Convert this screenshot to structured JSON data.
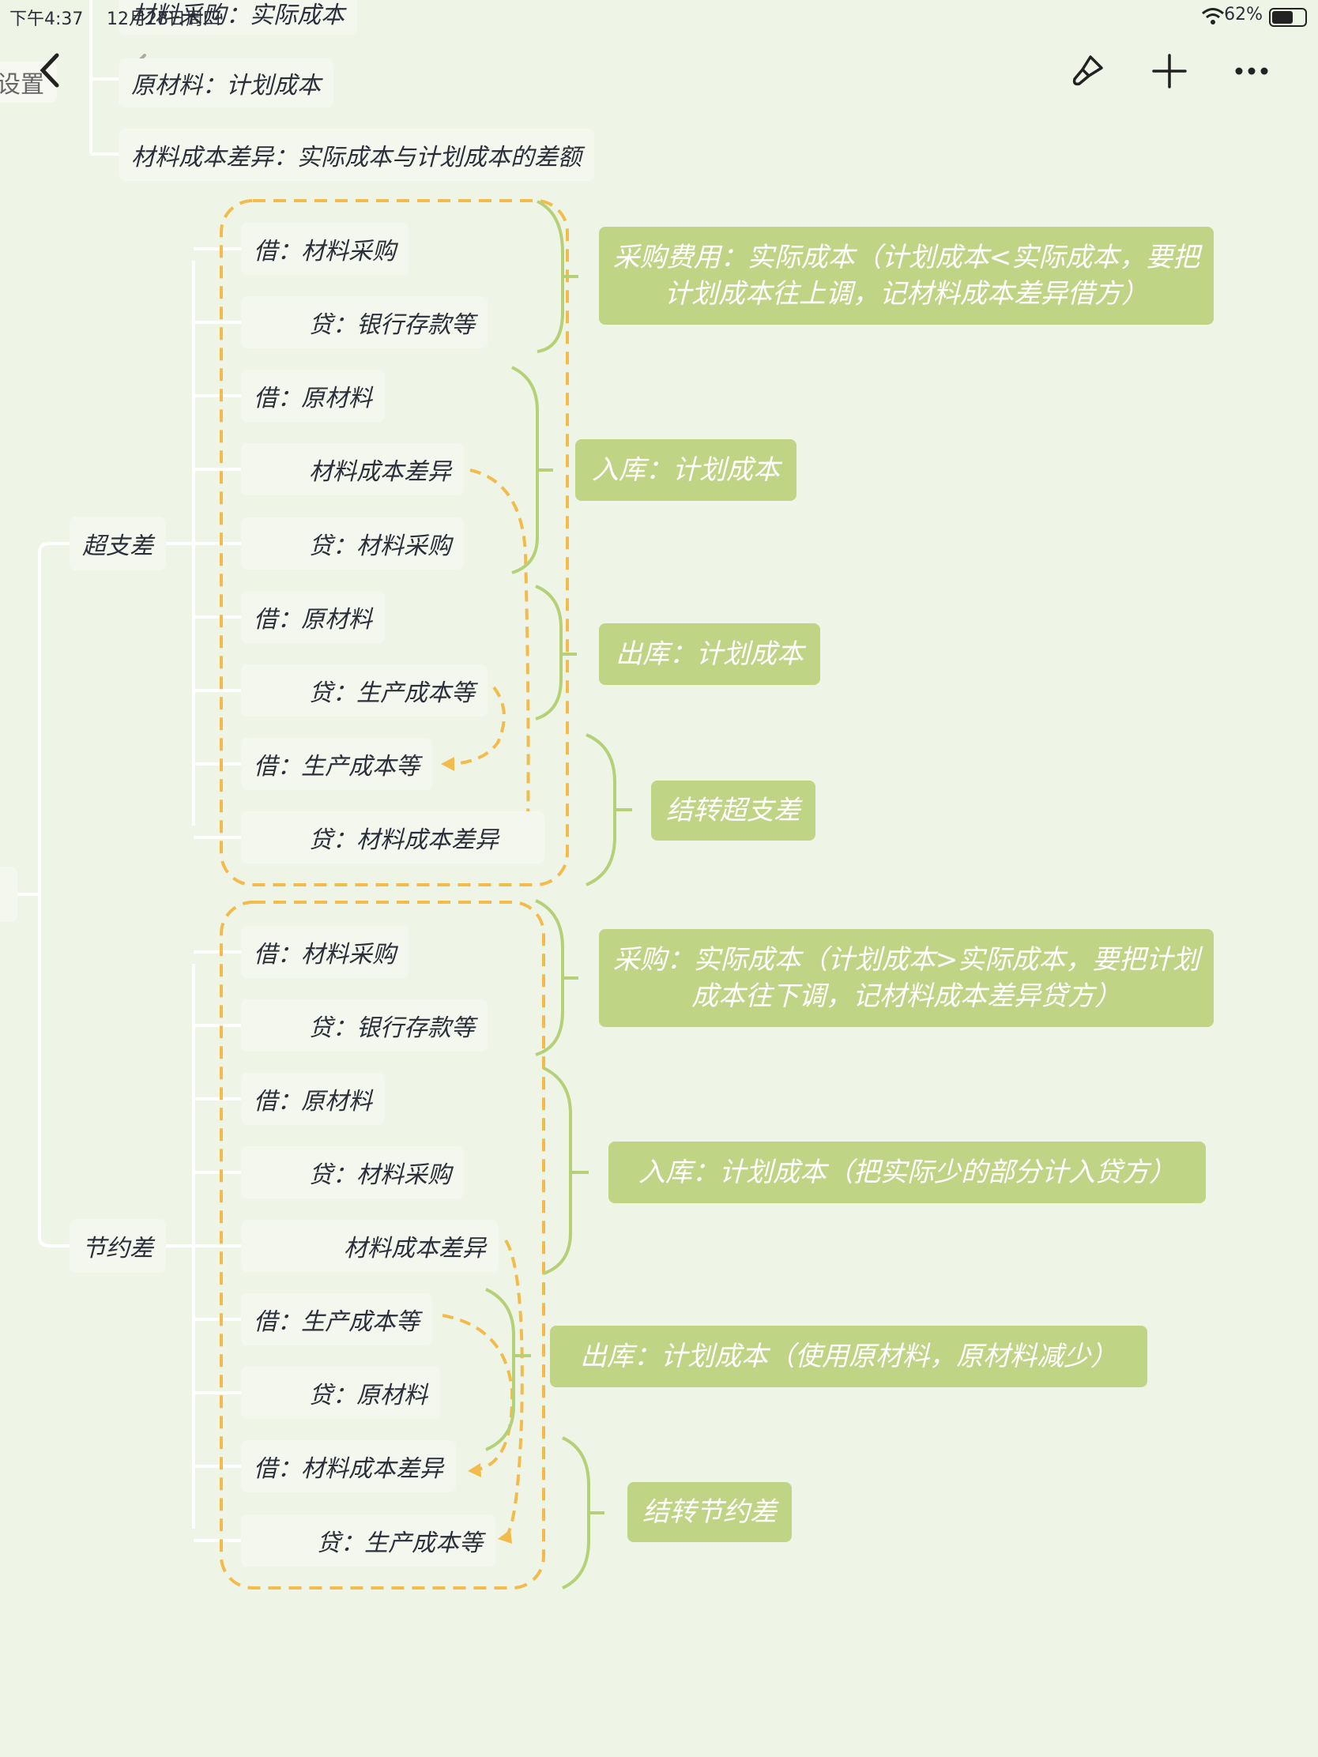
{
  "status_bar": {
    "time": "下午4:37",
    "date": "12月28日周四",
    "battery": "62%"
  },
  "toolbar": {
    "back_label": "设置",
    "icons": [
      "back-chevron-icon",
      "undo-icon",
      "paint-brush-icon",
      "plus-icon",
      "more-icon"
    ]
  },
  "top_nodes": {
    "purchase_actual": "材料采购：实际成本",
    "raw_planned": "原材料：计划成本",
    "variance": "材料成本差异：实际成本与计划成本的差额"
  },
  "overspend": {
    "title": "超支差",
    "entries": [
      "借：材料采购",
      "贷：银行存款等",
      "借：原材料",
      "材料成本差异",
      "贷：材料采购",
      "借：原材料",
      "贷：生产成本等",
      "借：生产成本等",
      "贷：材料成本差异"
    ],
    "notes": {
      "purchase": "采购费用：实际成本（计划成本<实际成本，要把计划成本往上调，记材料成本差异借方）",
      "inbound": "入库：计划成本",
      "outbound": "出库：计划成本",
      "transfer": "结转超支差"
    }
  },
  "saving": {
    "title": "节约差",
    "entries": [
      "借：材料采购",
      "贷：银行存款等",
      "借：原材料",
      "贷：材料采购",
      "材料成本差异",
      "借：生产成本等",
      "贷：原材料",
      "借：材料成本差异",
      "贷：生产成本等"
    ],
    "notes": {
      "purchase": "采购：实际成本（计划成本>实际成本，要把计划成本往下调，记材料成本差异贷方）",
      "inbound": "入库：计划成本（把实际少的部分计入贷方）",
      "outbound": "出库：计划成本（使用原材料，原材料减少）",
      "transfer": "结转节约差"
    }
  },
  "colors": {
    "background": "#eef5e7",
    "note_fill": "#bfd485",
    "bracket": "#b5d077",
    "dashed_group": "#f2bb4b",
    "connector": "#ffffff"
  }
}
